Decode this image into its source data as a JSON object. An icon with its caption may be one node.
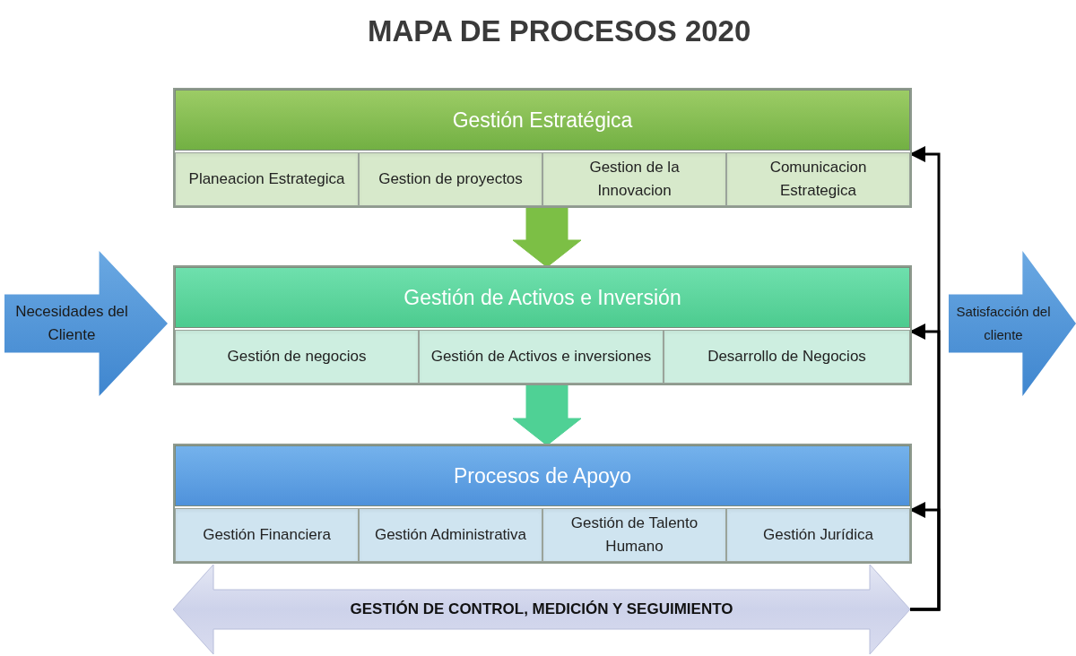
{
  "diagram": {
    "title": "MAPA DE PROCESOS 2020",
    "nodes": [
      {
        "text": [
          "Gestión Estratégica"
        ]
      },
      {
        "text": [
          "Planeacion Estrategica"
        ],
        "in": 0
      },
      {
        "text": [
          "Gestion de proyectos"
        ],
        "in": 0
      },
      {
        "text": [
          "Gestion de la Innovacion"
        ],
        "in": 0
      },
      {
        "text": [
          "Comunicacion Estrategica"
        ],
        "in": 0
      },
      {
        "text": [
          "Gestión de Activos e Inversión"
        ]
      },
      {
        "text": [
          "Gestión de negocios"
        ],
        "in": 5
      },
      {
        "text": [
          "Gestión de Activos e inversiones"
        ],
        "in": 5
      },
      {
        "text": [
          "Desarrollo de Negocios"
        ],
        "in": 5
      },
      {
        "text": [
          "Procesos de Apoyo"
        ]
      },
      {
        "text": [
          "Gestión Financiera"
        ],
        "in": 9
      },
      {
        "text": [
          "Gestión Administrativa"
        ],
        "in": 9
      },
      {
        "text": [
          "Gestión de Talento Humano"
        ],
        "in": 9
      },
      {
        "text": [
          "Gestión Jurídica"
        ],
        "in": 9
      },
      {
        "text": [
          "Necesidades del Cliente"
        ]
      },
      {
        "text": [
          "Satisfacción del cliente"
        ]
      },
      {
        "text": [
          "GESTIÓN DE CONTROL, MEDICIÓN Y SEGUIMIENTO"
        ]
      }
    ],
    "edges": [
      {
        "from": 0,
        "to": 5,
        "arrow": "to",
        "style": "thick",
        "color": "#7cbf45"
      },
      {
        "from": 5,
        "to": 9,
        "arrow": "to",
        "style": "thick",
        "color": "#4fd195"
      },
      {
        "from": 16,
        "to": 0,
        "arrow": "to"
      },
      {
        "from": 16,
        "to": 5,
        "arrow": "to"
      },
      {
        "from": 16,
        "to": 9,
        "arrow": "to"
      }
    ]
  }
}
